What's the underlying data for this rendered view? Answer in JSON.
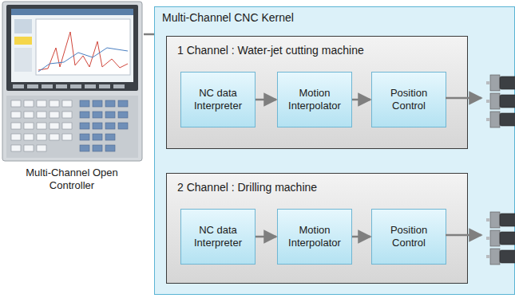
{
  "diagram": {
    "nodes": [
      {
        "text": [
          "Multi-Channel CNC Kernel"
        ]
      },
      {
        "text": [
          "1 Channel : Water-jet cutting machine"
        ],
        "in": 0
      },
      {
        "text": [
          "NC data Interpreter"
        ],
        "in": 1
      },
      {
        "text": [
          "Motion Interpolator"
        ],
        "in": 1
      },
      {
        "text": [
          "Position Control"
        ],
        "in": 1
      },
      {
        "text": [
          "2 Channel : Drilling machine"
        ],
        "in": 0
      },
      {
        "text": [
          "NC data Interpreter"
        ],
        "in": 5
      },
      {
        "text": [
          "Motion Interpolator"
        ],
        "in": 5
      },
      {
        "text": [
          "Position Control"
        ],
        "in": 5
      }
    ],
    "edges": [
      {
        "from": 2,
        "to": 3,
        "arrow": "to"
      },
      {
        "from": 3,
        "to": 4,
        "arrow": "to"
      },
      {
        "from": 6,
        "to": 7,
        "arrow": "to"
      },
      {
        "from": 7,
        "to": 8,
        "arrow": "to"
      }
    ],
    "labels": [
      "Multi-Channel Open Controller"
    ]
  }
}
